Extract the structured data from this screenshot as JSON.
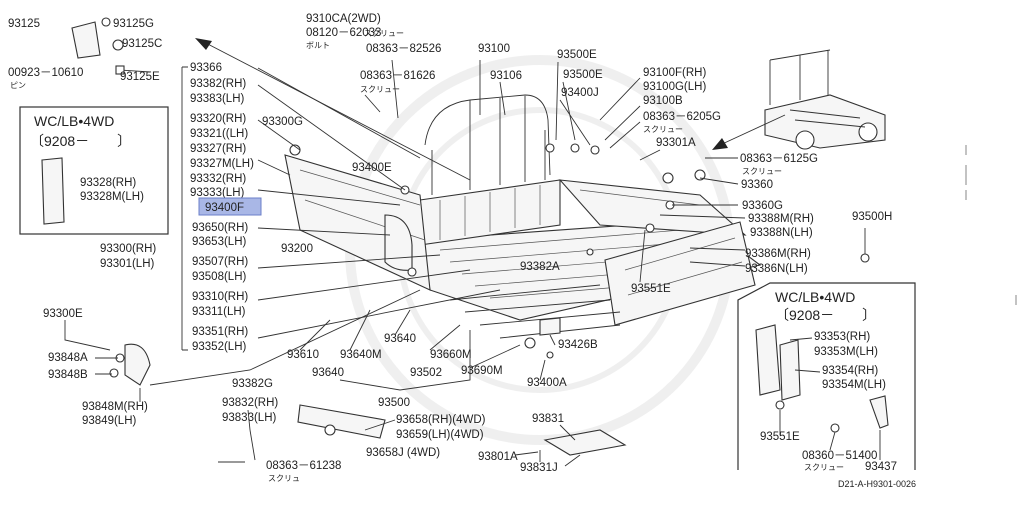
{
  "diagram_id": "D21-A-H9301-0026",
  "small_notes": {
    "screw": "スクリュー",
    "bolt": "ボルト",
    "pin": "ピン",
    "screw_short": "スクリュ"
  },
  "inset_left": {
    "title": "WC/LB•4WD",
    "date": "〔9208－　　〕",
    "labels": [
      "93328(RH)",
      "93328M(LH)"
    ]
  },
  "inset_right": {
    "title": "WC/LB•4WD",
    "date": "〔9208－　　〕",
    "labels": [
      "93353(RH)",
      "93353M(LH)",
      "93354(RH)",
      "93354M(LH)",
      "93551E",
      "08360－51400",
      "93437"
    ]
  },
  "highlighted_part": "93400F",
  "left_column": [
    "93366",
    "93382(RH)",
    "93383(LH)",
    "93320(RH)",
    "93321((LH)",
    "93327(RH)",
    "93327M(LH)",
    "93332(RH)",
    "93333(LH)",
    "93650(RH)",
    "93653(LH)",
    "93507(RH)",
    "93508(LH)",
    "93310(RH)",
    "93311(LH)",
    "93351(RH)",
    "93352(LH)"
  ],
  "top_left": [
    "93125",
    "93125G",
    "93125C",
    "00923－10610",
    "93125E"
  ],
  "top_center": [
    "9310CA(2WD)",
    "08120－62033",
    "08363－82526",
    "93100",
    "08363－81626",
    "93106",
    "93500E",
    "93500E",
    "93400J"
  ],
  "top_right": [
    "93100F(RH)",
    "93100G(LH)",
    "93100B",
    "08363－6205G",
    "93301A",
    "08363－6125G",
    "93360",
    "93360G"
  ],
  "right_side": [
    "93388M(RH)",
    "93388N(LH)",
    "93500H",
    "93386M(RH)",
    "93386N(LH)",
    "93551E"
  ],
  "middle": [
    "93300G",
    "93400E",
    "93200",
    "93382A",
    "93300(RH)",
    "93301(LH)"
  ],
  "bottom": [
    "93300E",
    "93848A",
    "93848B",
    "93848M(RH)",
    "93849(LH)",
    "93382G",
    "93832(RH)",
    "93833(LH)",
    "08363－61238",
    "93610",
    "93640M",
    "93640",
    "93640",
    "93500",
    "93502",
    "93660M",
    "93690M",
    "93426B",
    "93400A",
    "93658(RH)(4WD)",
    "93659(LH)(4WD)",
    "93658J (4WD)",
    "93831",
    "93801A",
    "93831J"
  ]
}
